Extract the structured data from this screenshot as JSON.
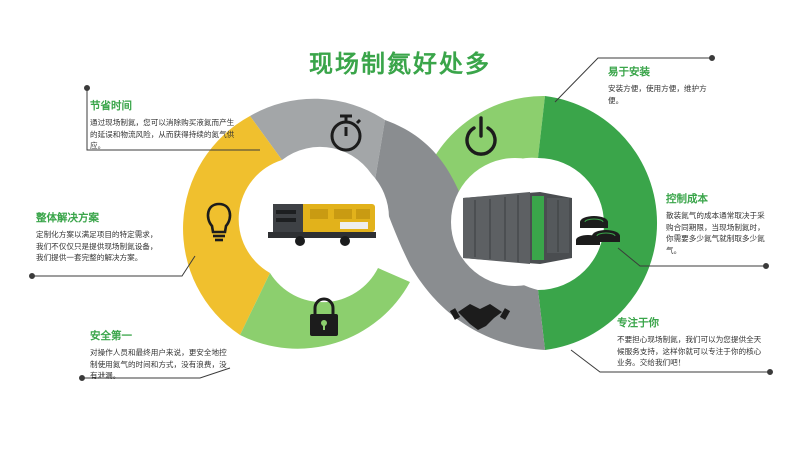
{
  "title": "现场制氮好处多",
  "colors": {
    "title_green": "#3aa54a",
    "yellow": "#f0c02e",
    "gray": "#a3a6a8",
    "light_green": "#8ccf6e",
    "dark_green": "#3aa54a",
    "dark_gray": "#7f8386"
  },
  "callouts": {
    "time": {
      "heading": "节省时间",
      "body": "通过现场制氮，您可以消除购买液氮而产生的延误和物流风险，从而获得持续的氮气供应。",
      "icon": "stopwatch-icon"
    },
    "solution": {
      "heading": "整体解决方案",
      "body": "定制化方案以满足项目的特定需求，我们不仅仅只是提供现场制氮设备，我们提供一套完整的解决方案。",
      "icon": "lightbulb-icon"
    },
    "safety": {
      "heading": "安全第一",
      "body": "对操作人员和最终用户来说，更安全地控制使用氮气的时间和方式，没有浪费，没有泄漏。",
      "icon": "padlock-icon"
    },
    "install": {
      "heading": "易于安装",
      "body": "安装方便，使用方便，维护方便。",
      "icon": "power-icon"
    },
    "cost": {
      "heading": "控制成本",
      "body": "散装氮气的成本通常取决于采购合同期限，当现场制氮时，你需要多少氮气就制取多少氮气。",
      "icon": "coins-icon"
    },
    "focus": {
      "heading": "专注于你",
      "body": "不要担心现场制氮，我们可以为您提供全天候服务支持，这样你就可以专注于你的核心业务。交给我们吧！",
      "icon": "handshake-icon"
    }
  },
  "images": {
    "compressor": "portable-compressor-image",
    "container": "nitrogen-container-image"
  }
}
